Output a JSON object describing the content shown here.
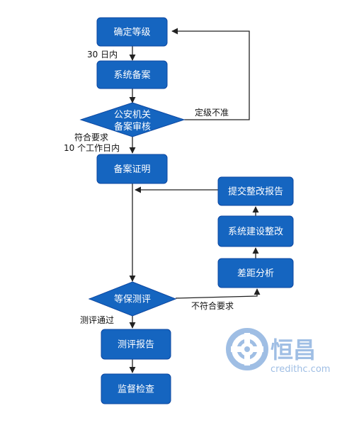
{
  "colors": {
    "node_fill": "#1565c0",
    "node_stroke": "#0d47a1",
    "line": "#222222",
    "watermark": "#8fb3e0"
  },
  "nodes": {
    "grade": "确定等级",
    "filing": "系统备案",
    "police_review": [
      "公安机关",
      "备案审核"
    ],
    "certificate": "备案证明",
    "submit_report": "提交整改报告",
    "system_rectify": "系统建设整改",
    "gap_analysis": "差距分析",
    "assessment": "等保测评",
    "assessment_report": "测评报告",
    "supervision": "监督检查"
  },
  "edges": {
    "within_30_days": "30 日内",
    "reject_grade": "定级不准",
    "meets_requirements": "符合要求",
    "within_10_workdays": "10 个工作日内",
    "not_meet_requirements": "不符合要求",
    "assessment_passed": "测评通过"
  },
  "watermark": {
    "icon": "credit-shield-logo",
    "brand": "恒昌",
    "domain": "credithc.com"
  }
}
